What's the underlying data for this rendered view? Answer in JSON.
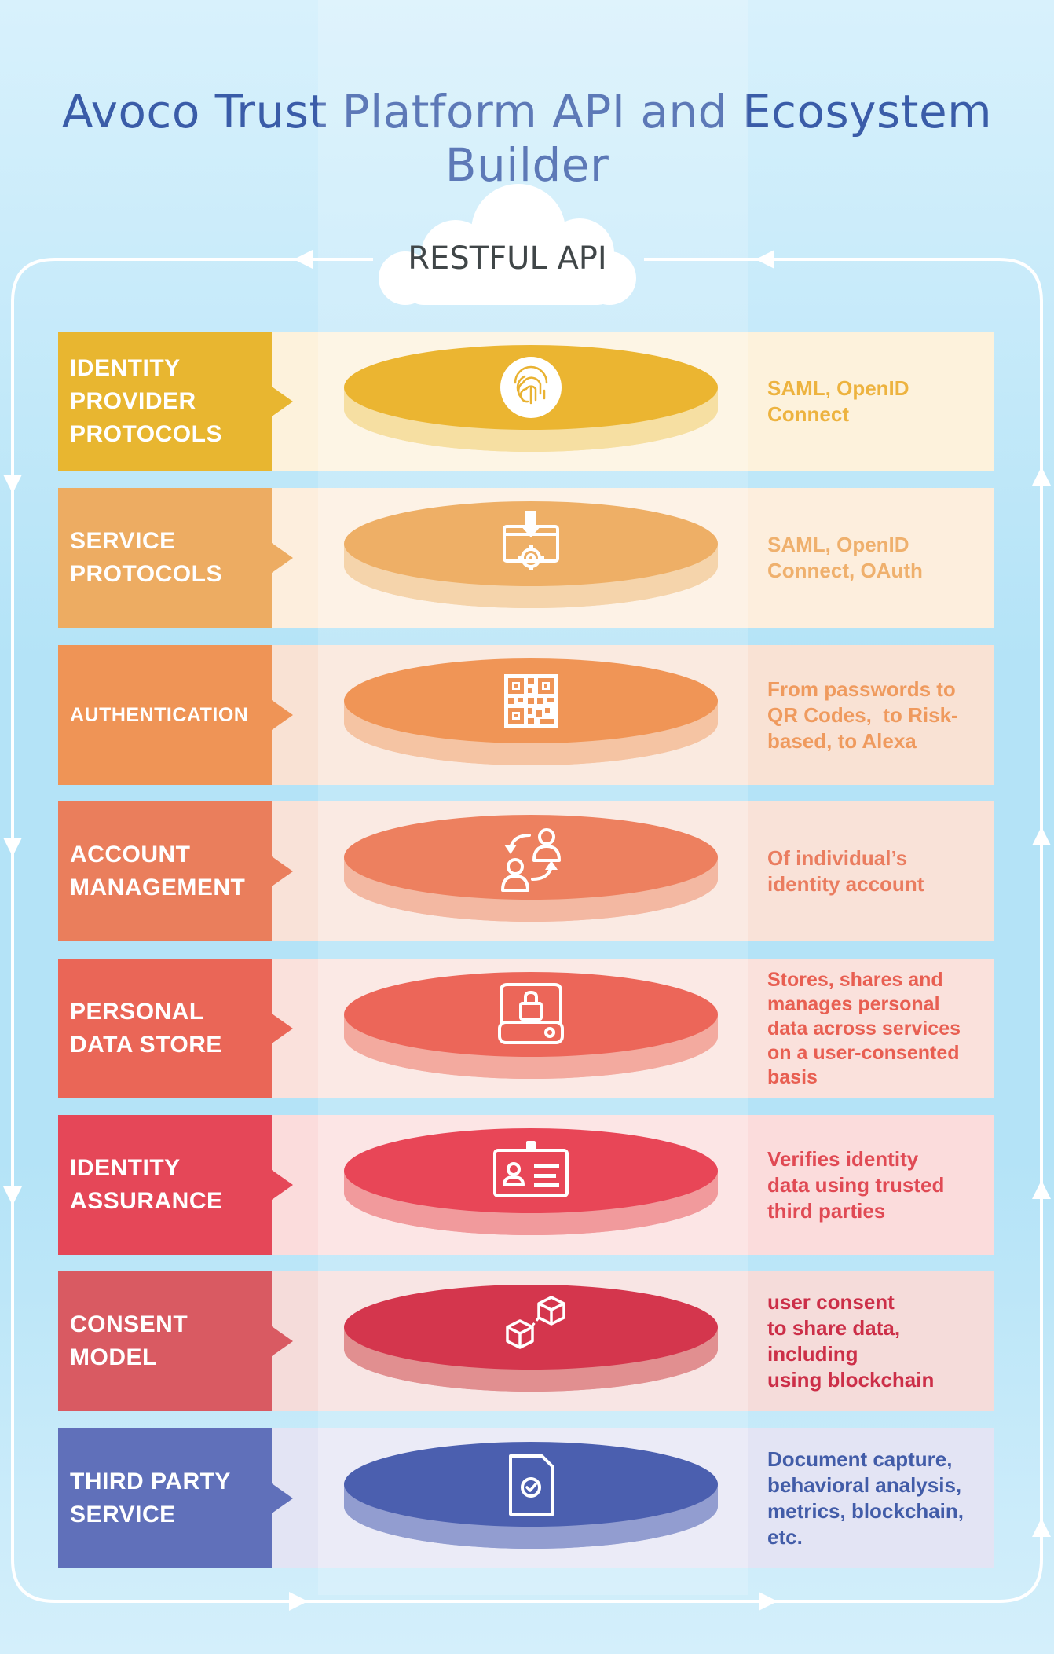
{
  "title": "Avoco Trust Platform API and Ecosystem Builder",
  "cloud": {
    "label": "RESTFUL API"
  },
  "colors": {
    "title": "#3a5ca8",
    "loop": "#ffffff"
  },
  "rows": [
    {
      "label": "IDENTITY\nPROVIDER\nPROTOCOLS",
      "icon": "fingerprint-icon",
      "desc": [
        "SAML, OpenID",
        "Connect"
      ],
      "color": "#e8b630",
      "panel": "#fdf2dc",
      "disk": "#ebb531",
      "side": "#f6dfa2",
      "text": "#edb33f"
    },
    {
      "label": "SERVICE\nPROTOCOLS",
      "icon": "download-gear-icon",
      "desc": [
        "SAML, OpenID",
        "Connect, OAuth"
      ],
      "color": "#edac62",
      "panel": "#fdeedd",
      "disk": "#eeaf66",
      "side": "#f5d4ab",
      "text": "#efb06d"
    },
    {
      "label": "AUTHENTICATION",
      "icon": "qr-code-icon",
      "desc": [
        "From passwords to",
        "QR Codes,  to Risk-",
        "based, to Alexa"
      ],
      "color": "#ef9456",
      "panel": "#f9e2d4",
      "disk": "#f09556",
      "side": "#f5c4a3",
      "text": "#ef9a5e"
    },
    {
      "label": "ACCOUNT\nMANAGEMENT",
      "icon": "user-swap-icon",
      "desc": [
        "Of individual’s",
        "identity account"
      ],
      "color": "#ea7e5c",
      "panel": "#f9e2d8",
      "disk": "#ed805f",
      "side": "#f3b8a2",
      "text": "#ea7d60"
    },
    {
      "label": "PERSONAL\nDATA STORE",
      "icon": "locked-drive-icon",
      "desc": [
        "Stores, shares and",
        "manages personal",
        "data across services",
        "on a user-consented",
        "basis"
      ],
      "color": "#ea6657",
      "panel": "#fae1dc",
      "disk": "#ec6659",
      "side": "#f3aa9f",
      "text": "#e85f52"
    },
    {
      "label": "IDENTITY\nASSURANCE",
      "icon": "id-card-icon",
      "desc": [
        "Verifies identity",
        "data using trusted",
        "third parties"
      ],
      "color": "#e54758",
      "panel": "#fbdcdc",
      "disk": "#e84657",
      "side": "#f19a9c",
      "text": "#e04a54"
    },
    {
      "label": "CONSENT\nMODEL",
      "icon": "linked-cubes-icon",
      "desc": [
        "user consent",
        "to share data,",
        "including",
        "using blockchain"
      ],
      "color": "#d95a62",
      "panel": "#f5dcda",
      "disk": "#d4364d",
      "side": "#e18f90",
      "text": "#cc2f48"
    },
    {
      "label": "THIRD PARTY\nSERVICE",
      "icon": "verified-document-icon",
      "desc": [
        "Document capture,",
        "behavioral analysis,",
        "metrics, blockchain,",
        "etc."
      ],
      "color": "#6070ba",
      "panel": "#e3e4f4",
      "disk": "#4b5faf",
      "side": "#929dd0",
      "text": "#425ca8"
    }
  ]
}
